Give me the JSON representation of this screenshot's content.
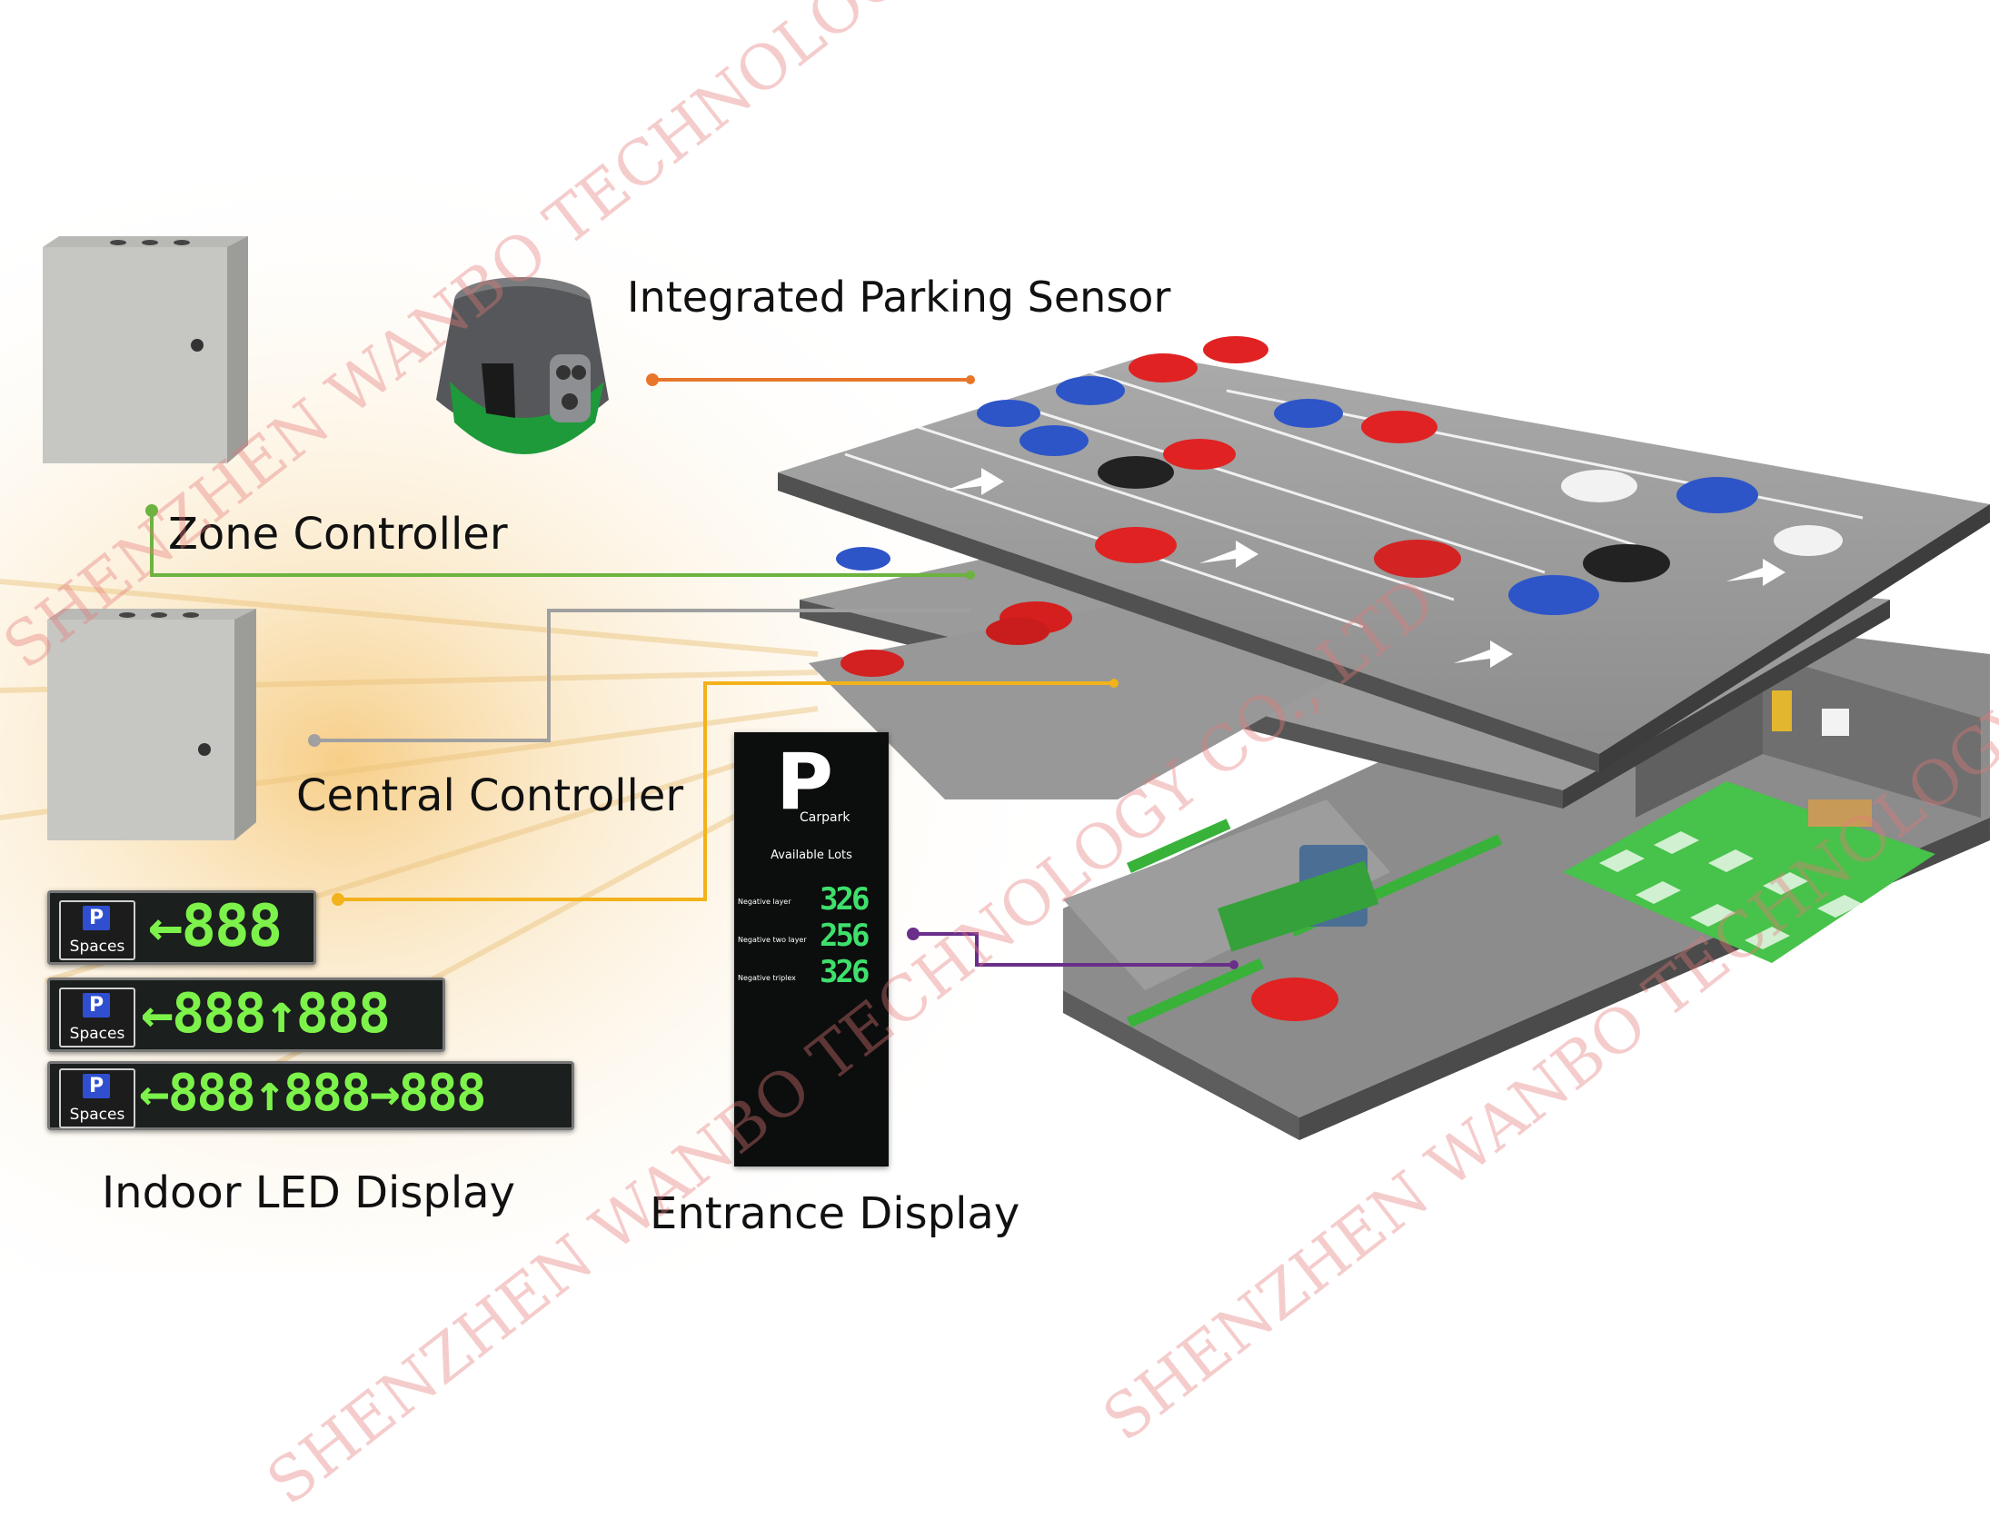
{
  "labels": {
    "sensor": "Integrated Parking Sensor",
    "zone": "Zone Controller",
    "central": "Central Controller",
    "indoor": "Indoor LED Display",
    "entrance": "Entrance Display"
  },
  "led_signs": [
    {
      "badge_letter": "P",
      "badge_text": "Spaces",
      "text": "←888"
    },
    {
      "badge_letter": "P",
      "badge_text": "Spaces",
      "text": "←888↑888"
    },
    {
      "badge_letter": "P",
      "badge_text": "Spaces",
      "text": "←888↑888→888"
    }
  ],
  "entrance_display": {
    "letter": "P",
    "subtitle": "Carpark",
    "heading": "Available Lots",
    "rows": [
      {
        "label": "Negative layer",
        "value": "326"
      },
      {
        "label": "Negative two layer",
        "value": "256"
      },
      {
        "label": "Negative triplex",
        "value": "326"
      }
    ]
  },
  "watermark": "SHENZHEN WANBO TECHNOLOGY CO., LTD",
  "colors": {
    "sensor_line": "#e8762a",
    "zone_line": "#6cb33f",
    "central_line": "#a0a0a0",
    "indoor_line": "#f2b21b",
    "entrance_line": "#6a2f8a",
    "led_digits": "#7cf24a"
  }
}
